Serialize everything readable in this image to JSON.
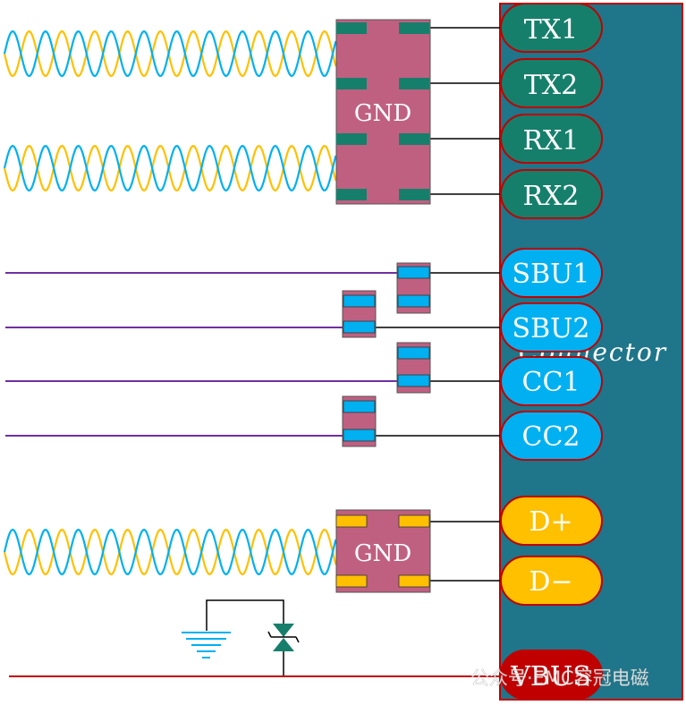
{
  "diagram": {
    "connector_label": "Connector",
    "gnd_label": "GND",
    "pins": {
      "tx1": "TX1",
      "tx2": "TX2",
      "rx1": "RX1",
      "rx2": "RX2",
      "sbu1": "SBU1",
      "sbu2": "SBU2",
      "cc1": "CC1",
      "cc2": "CC2",
      "dp": "D+",
      "dm": "D−",
      "vbus": "VBUS"
    },
    "watermark": "公众号·EMC容冠电磁"
  },
  "colors": {
    "connector_body": "#1F7589",
    "connector_border": "#C00000",
    "superspeed_pin": "#167F6B",
    "sideband_pin": "#00B0F0",
    "data_pin": "#FFC000",
    "vbus_pin": "#C00000",
    "choke_body": "#C06080",
    "sideband_line": "#7030A0",
    "vbus_line": "#C00000",
    "wave_blue": "#00B0F0",
    "wave_yellow": "#FFC000",
    "tvs": "#167F6B"
  }
}
